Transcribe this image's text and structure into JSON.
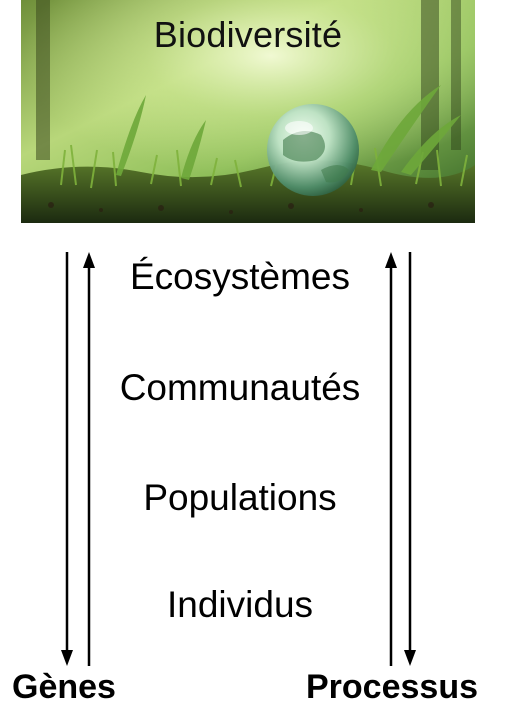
{
  "banner": {
    "title": "Biodiversité"
  },
  "levels": [
    "Écosystèmes",
    "Communautés",
    "Populations",
    "Individus"
  ],
  "bottom_labels": {
    "left": "Gènes",
    "right": "Processus"
  },
  "colors": {
    "arrow": "#000000",
    "text": "#000000"
  }
}
